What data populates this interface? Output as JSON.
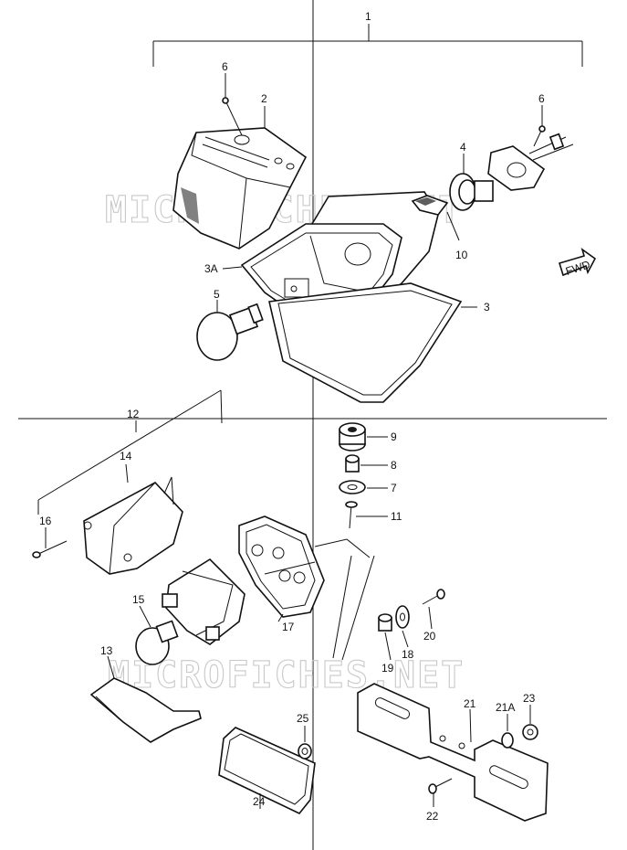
{
  "watermark": "MICROFICHES.NET",
  "fwd_label": "FWD",
  "labels": {
    "p1": "1",
    "p2": "2",
    "p3": "3",
    "p3a": "3A",
    "p4": "4",
    "p5": "5",
    "p6a": "6",
    "p6b": "6",
    "p7": "7",
    "p8": "8",
    "p9": "9",
    "p10": "10",
    "p11": "11",
    "p12": "12",
    "p13": "13",
    "p14": "14",
    "p15": "15",
    "p16": "16",
    "p17": "17",
    "p18": "18",
    "p19": "19",
    "p20": "20",
    "p21": "21",
    "p21a": "21A",
    "p22": "22",
    "p23": "23",
    "p24": "24",
    "p25": "25"
  }
}
